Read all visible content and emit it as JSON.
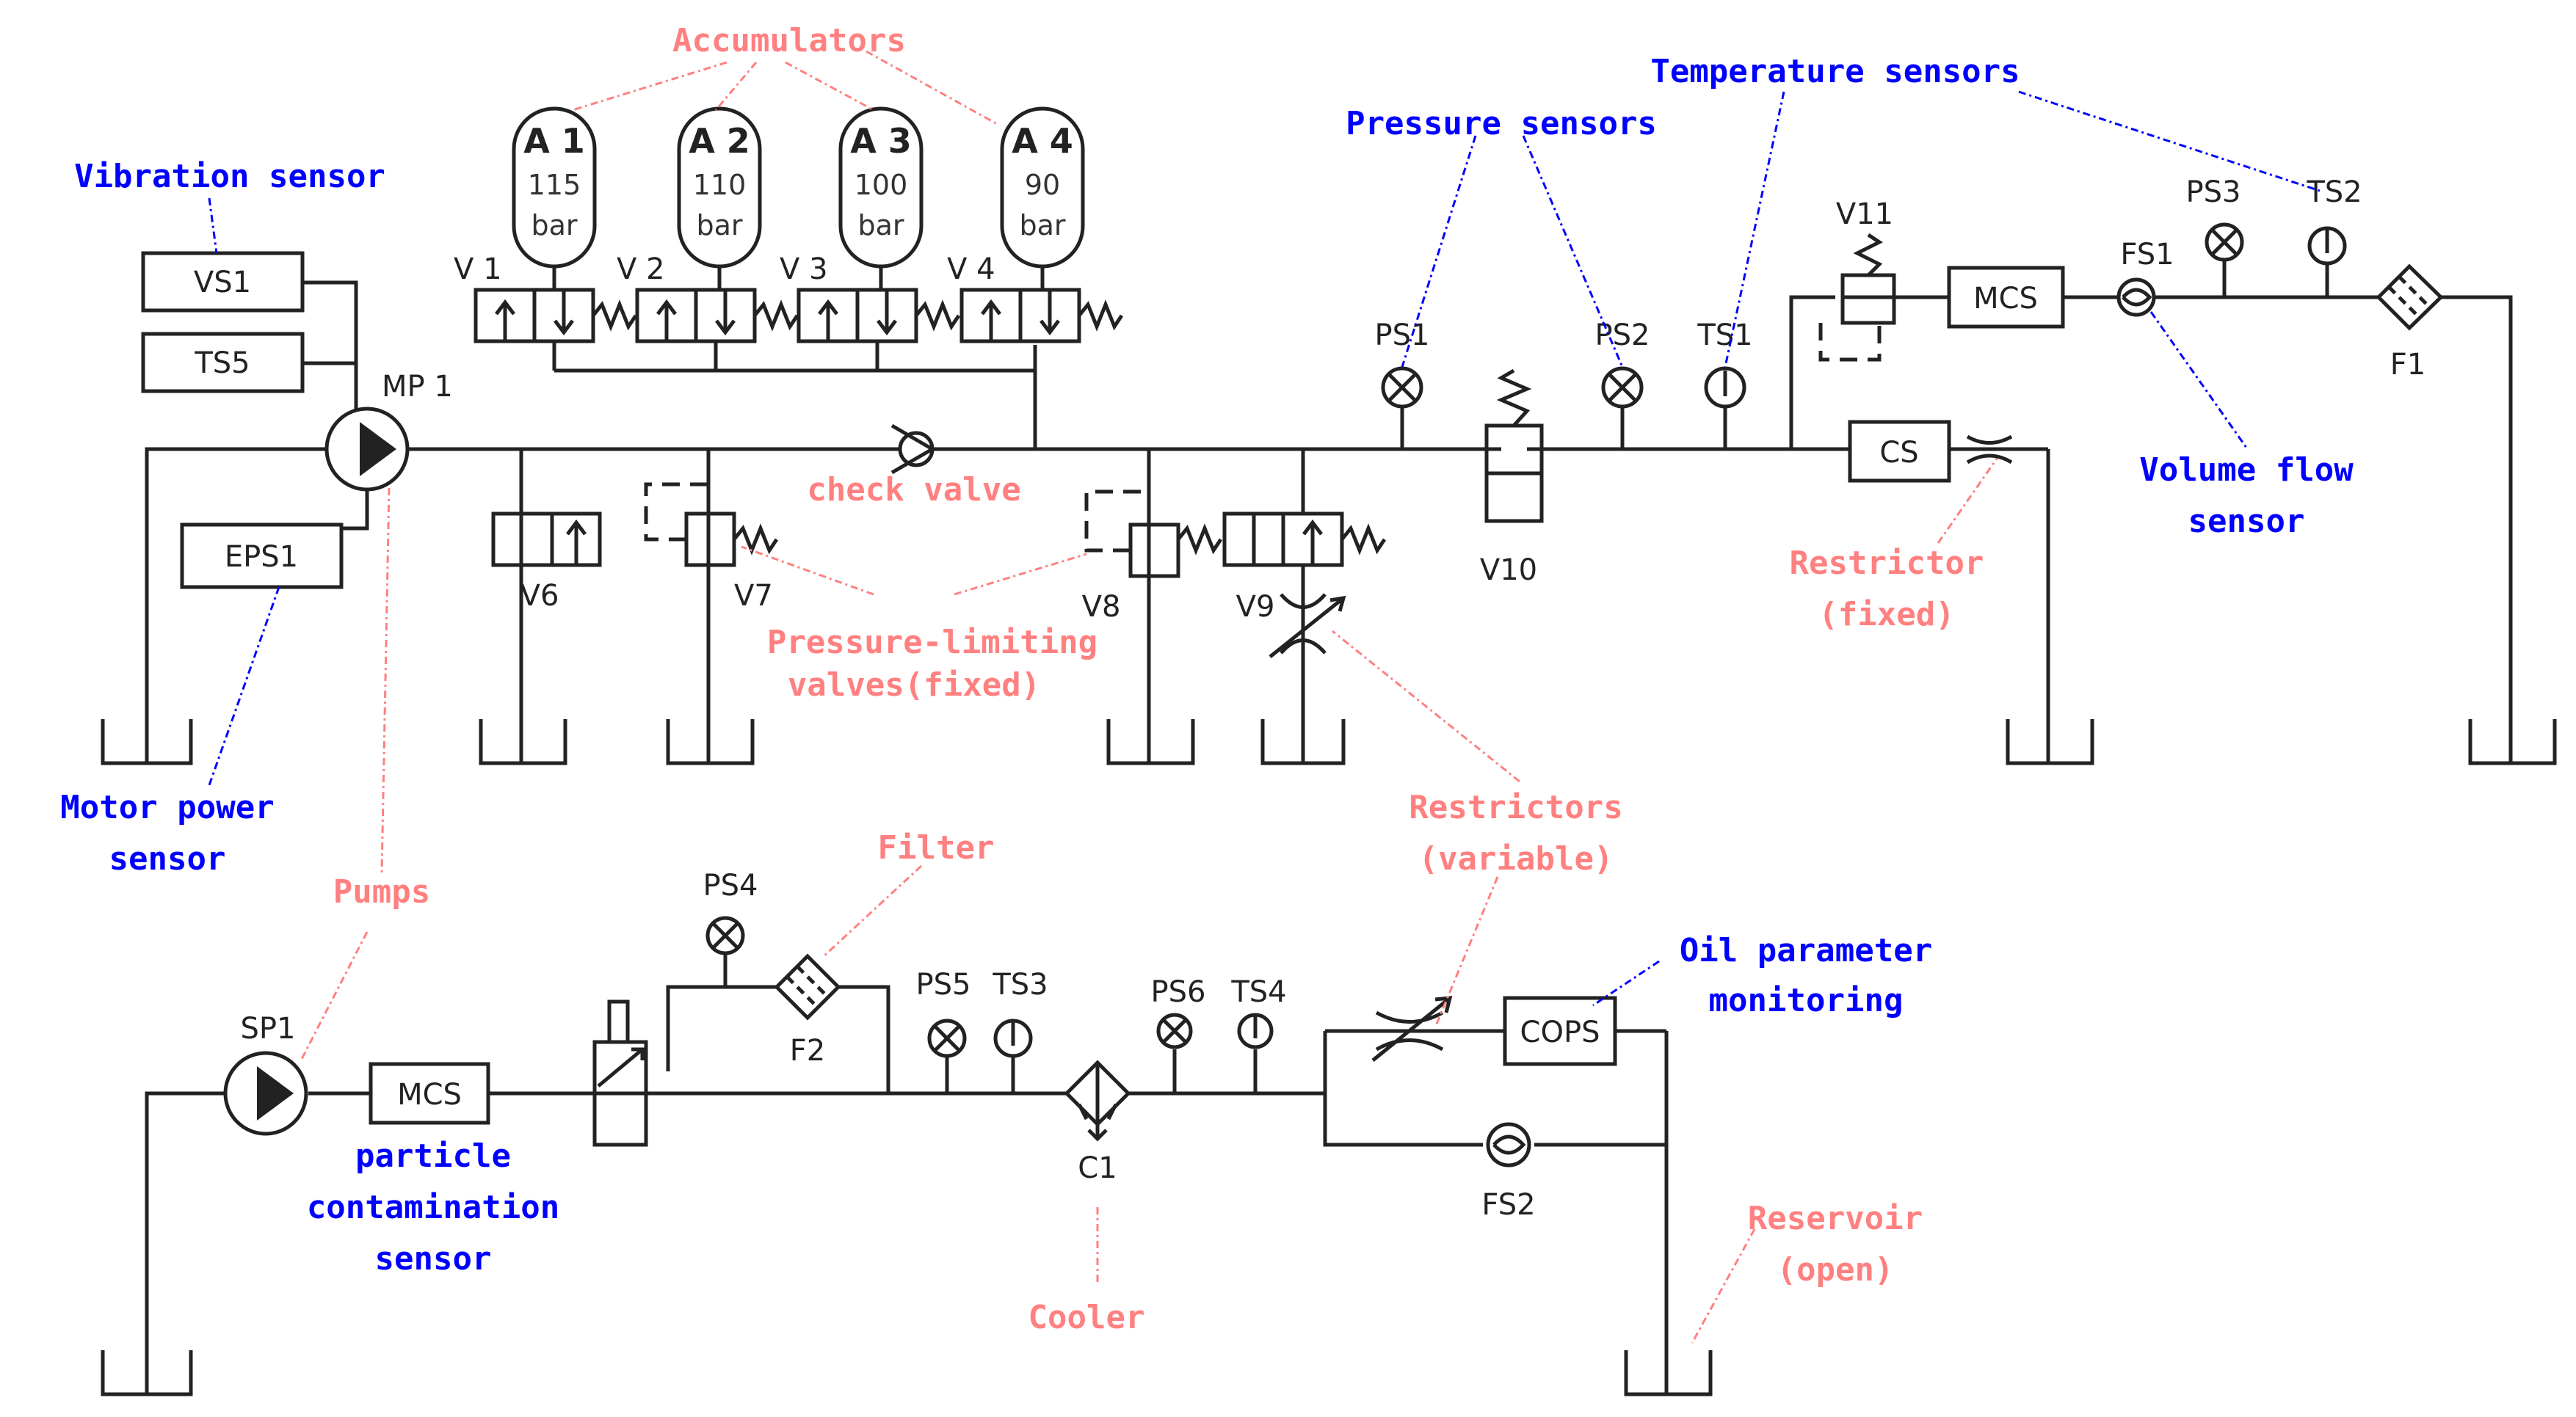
{
  "captions": {
    "accumulators": "Accumulators",
    "pressure_sensors": "Pressure sensors",
    "temperature_sensors": "Temperature sensors",
    "vibration_sensor": "Vibration sensor",
    "check_valve": "check valve",
    "pressure_limiting_1": "Pressure-limiting",
    "pressure_limiting_2": "valves(fixed)",
    "restrictor_fixed_1": "Restrictor",
    "restrictor_fixed_2": "(fixed)",
    "volume_flow_1": "Volume flow",
    "volume_flow_2": "sensor",
    "motor_power_1": "Motor power",
    "motor_power_2": "sensor",
    "pumps": "Pumps",
    "filter": "Filter",
    "restrictors_variable_1": "Restrictors",
    "restrictors_variable_2": "(variable)",
    "oil_param_1": "Oil parameter",
    "oil_param_2": "monitoring",
    "particle_1": "particle",
    "particle_2": "contamination",
    "particle_3": "sensor",
    "cooler": "Cooler",
    "reservoir_1": "Reservoir",
    "reservoir_2": "(open)"
  },
  "accumulators": [
    {
      "name": "A 1",
      "pressure": "115",
      "unit": "bar",
      "valve": "V 1"
    },
    {
      "name": "A 2",
      "pressure": "110",
      "unit": "bar",
      "valve": "V 2"
    },
    {
      "name": "A 3",
      "pressure": "100",
      "unit": "bar",
      "valve": "V 3"
    },
    {
      "name": "A 4",
      "pressure": "90",
      "unit": "bar",
      "valve": "V 4"
    }
  ],
  "components": {
    "vs1": "VS1",
    "ts5": "TS5",
    "mp1": "MP 1",
    "eps1": "EPS1",
    "v6": "V6",
    "v7": "V7",
    "v8": "V8",
    "v9": "V9",
    "v10": "V10",
    "v11": "V11",
    "ps1": "PS1",
    "ps2": "PS2",
    "ts1": "TS1",
    "mcs_top": "MCS",
    "fs1": "FS1",
    "ps3": "PS3",
    "ts2": "TS2",
    "f1": "F1",
    "cs": "CS",
    "sp1": "SP1",
    "mcs_bottom": "MCS",
    "ps4": "PS4",
    "f2": "F2",
    "ps5": "PS5",
    "ts3": "TS3",
    "c1": "C1",
    "ps6": "PS6",
    "ts4": "TS4",
    "cops": "COPS",
    "fs2": "FS2"
  },
  "colors": {
    "actuator_caption": "#ff8080",
    "sensor_caption": "#0000ff",
    "line": "#222222"
  }
}
